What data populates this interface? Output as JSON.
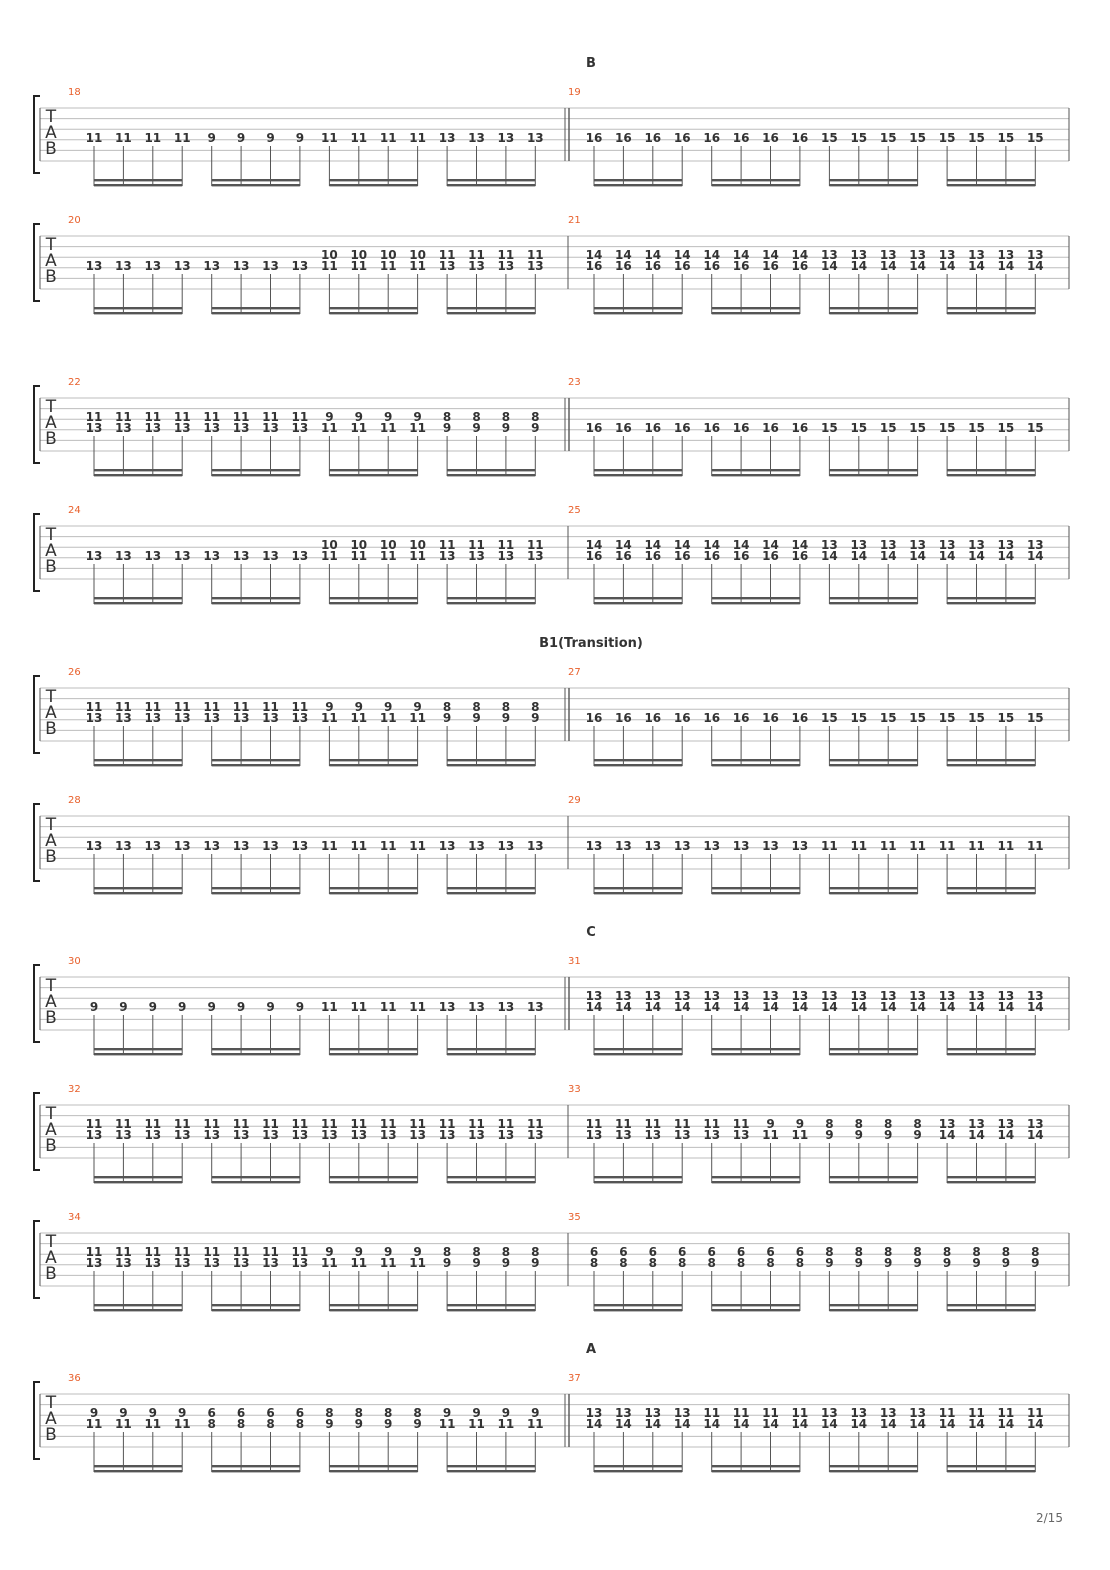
{
  "page_number": "2/15",
  "tab_clef": [
    "T",
    "A",
    "B"
  ],
  "systems": [
    {
      "section": "B",
      "measures": [
        {
          "number": "18",
          "repeat": "end",
          "upper": null,
          "lower": [
            "11",
            "11",
            "11",
            "11",
            "9",
            "9",
            "9",
            "9",
            "11",
            "11",
            "11",
            "11",
            "13",
            "13",
            "13",
            "13"
          ]
        },
        {
          "number": "19",
          "upper": null,
          "lower": [
            "16",
            "16",
            "16",
            "16",
            "16",
            "16",
            "16",
            "16",
            "15",
            "15",
            "15",
            "15",
            "15",
            "15",
            "15",
            "15"
          ]
        }
      ]
    },
    {
      "section": "",
      "measures": [
        {
          "number": "20",
          "upper": [
            "",
            "",
            "",
            "",
            "",
            "",
            "",
            "",
            "10",
            "10",
            "10",
            "10",
            "11",
            "11",
            "11",
            "11"
          ],
          "lower": [
            "13",
            "13",
            "13",
            "13",
            "13",
            "13",
            "13",
            "13",
            "11",
            "11",
            "11",
            "11",
            "13",
            "13",
            "13",
            "13"
          ]
        },
        {
          "number": "21",
          "upper": [
            "14",
            "14",
            "14",
            "14",
            "14",
            "14",
            "14",
            "14",
            "13",
            "13",
            "13",
            "13",
            "13",
            "13",
            "13",
            "13"
          ],
          "lower": [
            "16",
            "16",
            "16",
            "16",
            "16",
            "16",
            "16",
            "16",
            "14",
            "14",
            "14",
            "14",
            "14",
            "14",
            "14",
            "14"
          ]
        }
      ]
    },
    {
      "section": "",
      "measures": [
        {
          "number": "22",
          "repeat": "end",
          "upper": [
            "11",
            "11",
            "11",
            "11",
            "11",
            "11",
            "11",
            "11",
            "9",
            "9",
            "9",
            "9",
            "8",
            "8",
            "8",
            "8"
          ],
          "lower": [
            "13",
            "13",
            "13",
            "13",
            "13",
            "13",
            "13",
            "13",
            "11",
            "11",
            "11",
            "11",
            "9",
            "9",
            "9",
            "9"
          ]
        },
        {
          "number": "23",
          "upper": null,
          "lower": [
            "16",
            "16",
            "16",
            "16",
            "16",
            "16",
            "16",
            "16",
            "15",
            "15",
            "15",
            "15",
            "15",
            "15",
            "15",
            "15"
          ]
        }
      ]
    },
    {
      "section": "",
      "measures": [
        {
          "number": "24",
          "upper": [
            "",
            "",
            "",
            "",
            "",
            "",
            "",
            "",
            "10",
            "10",
            "10",
            "10",
            "11",
            "11",
            "11",
            "11"
          ],
          "lower": [
            "13",
            "13",
            "13",
            "13",
            "13",
            "13",
            "13",
            "13",
            "11",
            "11",
            "11",
            "11",
            "13",
            "13",
            "13",
            "13"
          ]
        },
        {
          "number": "25",
          "upper": [
            "14",
            "14",
            "14",
            "14",
            "14",
            "14",
            "14",
            "14",
            "13",
            "13",
            "13",
            "13",
            "13",
            "13",
            "13",
            "13"
          ],
          "lower": [
            "16",
            "16",
            "16",
            "16",
            "16",
            "16",
            "16",
            "16",
            "14",
            "14",
            "14",
            "14",
            "14",
            "14",
            "14",
            "14"
          ]
        }
      ]
    },
    {
      "section": "B1(Transition)",
      "measures": [
        {
          "number": "26",
          "repeat": "end",
          "upper": [
            "11",
            "11",
            "11",
            "11",
            "11",
            "11",
            "11",
            "11",
            "9",
            "9",
            "9",
            "9",
            "8",
            "8",
            "8",
            "8"
          ],
          "lower": [
            "13",
            "13",
            "13",
            "13",
            "13",
            "13",
            "13",
            "13",
            "11",
            "11",
            "11",
            "11",
            "9",
            "9",
            "9",
            "9"
          ]
        },
        {
          "number": "27",
          "upper": null,
          "lower": [
            "16",
            "16",
            "16",
            "16",
            "16",
            "16",
            "16",
            "16",
            "15",
            "15",
            "15",
            "15",
            "15",
            "15",
            "15",
            "15"
          ]
        }
      ]
    },
    {
      "section": "",
      "measures": [
        {
          "number": "28",
          "upper": null,
          "lower": [
            "13",
            "13",
            "13",
            "13",
            "13",
            "13",
            "13",
            "13",
            "11",
            "11",
            "11",
            "11",
            "13",
            "13",
            "13",
            "13"
          ]
        },
        {
          "number": "29",
          "upper": null,
          "lower": [
            "13",
            "13",
            "13",
            "13",
            "13",
            "13",
            "13",
            "13",
            "11",
            "11",
            "11",
            "11",
            "11",
            "11",
            "11",
            "11"
          ]
        }
      ]
    },
    {
      "section": "C",
      "measures": [
        {
          "number": "30",
          "repeat": "end",
          "upper": null,
          "lower": [
            "9",
            "9",
            "9",
            "9",
            "9",
            "9",
            "9",
            "9",
            "11",
            "11",
            "11",
            "11",
            "13",
            "13",
            "13",
            "13"
          ]
        },
        {
          "number": "31",
          "upper": [
            "13",
            "13",
            "13",
            "13",
            "13",
            "13",
            "13",
            "13",
            "13",
            "13",
            "13",
            "13",
            "13",
            "13",
            "13",
            "13"
          ],
          "lower": [
            "14",
            "14",
            "14",
            "14",
            "14",
            "14",
            "14",
            "14",
            "14",
            "14",
            "14",
            "14",
            "14",
            "14",
            "14",
            "14"
          ]
        }
      ]
    },
    {
      "section": "",
      "measures": [
        {
          "number": "32",
          "upper": [
            "11",
            "11",
            "11",
            "11",
            "11",
            "11",
            "11",
            "11",
            "11",
            "11",
            "11",
            "11",
            "11",
            "11",
            "11",
            "11"
          ],
          "lower": [
            "13",
            "13",
            "13",
            "13",
            "13",
            "13",
            "13",
            "13",
            "13",
            "13",
            "13",
            "13",
            "13",
            "13",
            "13",
            "13"
          ]
        },
        {
          "number": "33",
          "upper": [
            "11",
            "11",
            "11",
            "11",
            "11",
            "11",
            "9",
            "9",
            "8",
            "8",
            "8",
            "8",
            "13",
            "13",
            "13",
            "13"
          ],
          "lower": [
            "13",
            "13",
            "13",
            "13",
            "13",
            "13",
            "11",
            "11",
            "9",
            "9",
            "9",
            "9",
            "14",
            "14",
            "14",
            "14"
          ]
        }
      ]
    },
    {
      "section": "",
      "measures": [
        {
          "number": "34",
          "upper": [
            "11",
            "11",
            "11",
            "11",
            "11",
            "11",
            "11",
            "11",
            "9",
            "9",
            "9",
            "9",
            "8",
            "8",
            "8",
            "8"
          ],
          "lower": [
            "13",
            "13",
            "13",
            "13",
            "13",
            "13",
            "13",
            "13",
            "11",
            "11",
            "11",
            "11",
            "9",
            "9",
            "9",
            "9"
          ]
        },
        {
          "number": "35",
          "upper": [
            "6",
            "6",
            "6",
            "6",
            "6",
            "6",
            "6",
            "6",
            "8",
            "8",
            "8",
            "8",
            "8",
            "8",
            "8",
            "8"
          ],
          "lower": [
            "8",
            "8",
            "8",
            "8",
            "8",
            "8",
            "8",
            "8",
            "9",
            "9",
            "9",
            "9",
            "9",
            "9",
            "9",
            "9"
          ]
        }
      ]
    },
    {
      "section": "A",
      "measures": [
        {
          "number": "36",
          "repeat": "end",
          "upper": [
            "9",
            "9",
            "9",
            "9",
            "6",
            "6",
            "6",
            "6",
            "8",
            "8",
            "8",
            "8",
            "9",
            "9",
            "9",
            "9"
          ],
          "lower": [
            "11",
            "11",
            "11",
            "11",
            "8",
            "8",
            "8",
            "8",
            "9",
            "9",
            "9",
            "9",
            "11",
            "11",
            "11",
            "11"
          ]
        },
        {
          "number": "37",
          "upper": [
            "13",
            "13",
            "13",
            "13",
            "11",
            "11",
            "11",
            "11",
            "13",
            "13",
            "13",
            "13",
            "11",
            "11",
            "11",
            "11"
          ],
          "lower": [
            "14",
            "14",
            "14",
            "14",
            "14",
            "14",
            "14",
            "14",
            "14",
            "14",
            "14",
            "14",
            "14",
            "14",
            "14",
            "14"
          ]
        }
      ]
    }
  ]
}
